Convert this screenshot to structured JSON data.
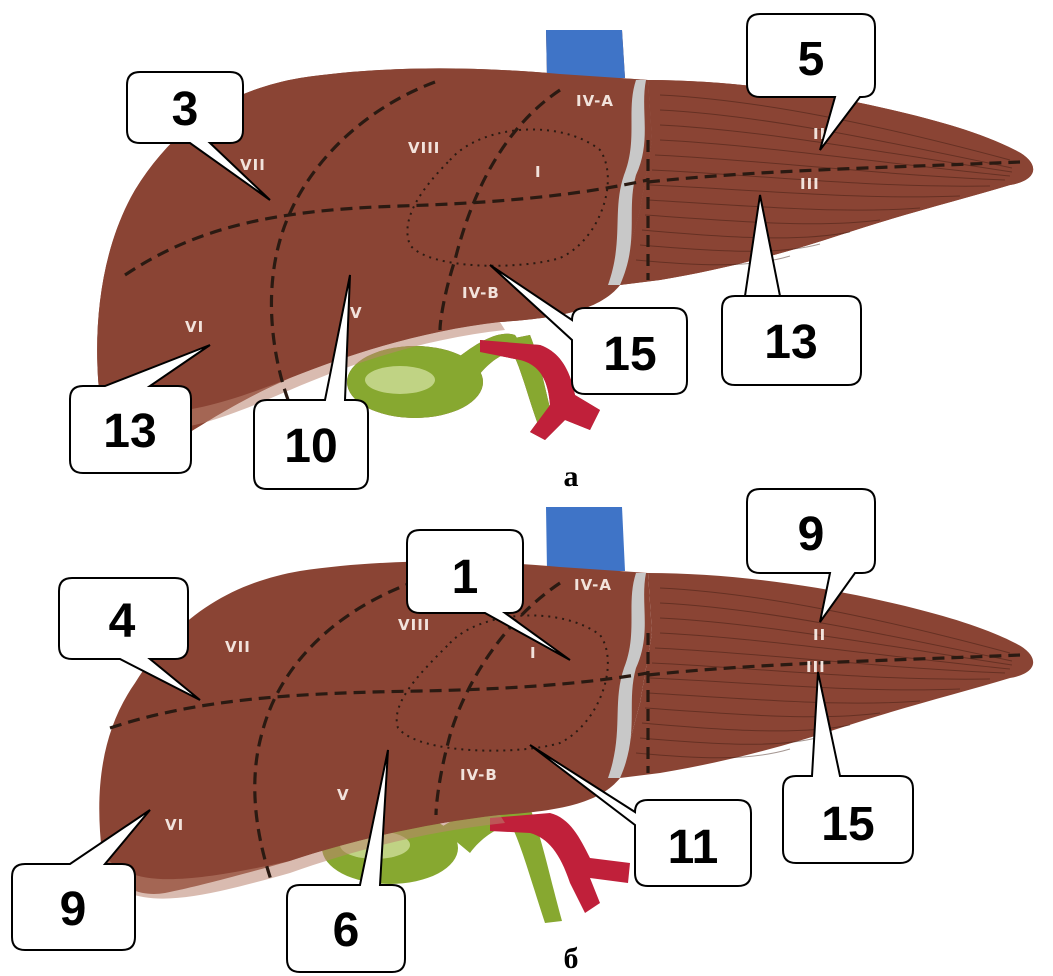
{
  "colors": {
    "liver": "#8a4434",
    "liver_shadow": "#b98470",
    "vein": "#3f74c7",
    "gallbladder": "#87a830",
    "artery": "#c0203a",
    "ligament": "#c8c8c8"
  },
  "diagrams": [
    {
      "caption": "а",
      "segments": [
        "VII",
        "VIII",
        "IV-A",
        "I",
        "II",
        "III",
        "VI",
        "V",
        "IV-B"
      ],
      "callouts": [
        "3",
        "5",
        "13",
        "15",
        "13",
        "10"
      ]
    },
    {
      "caption": "б",
      "segments": [
        "VII",
        "VIII",
        "IV-A",
        "I",
        "II",
        "III",
        "VI",
        "V",
        "IV-B"
      ],
      "callouts": [
        "1",
        "4",
        "9",
        "9",
        "15",
        "11",
        "6"
      ]
    }
  ]
}
